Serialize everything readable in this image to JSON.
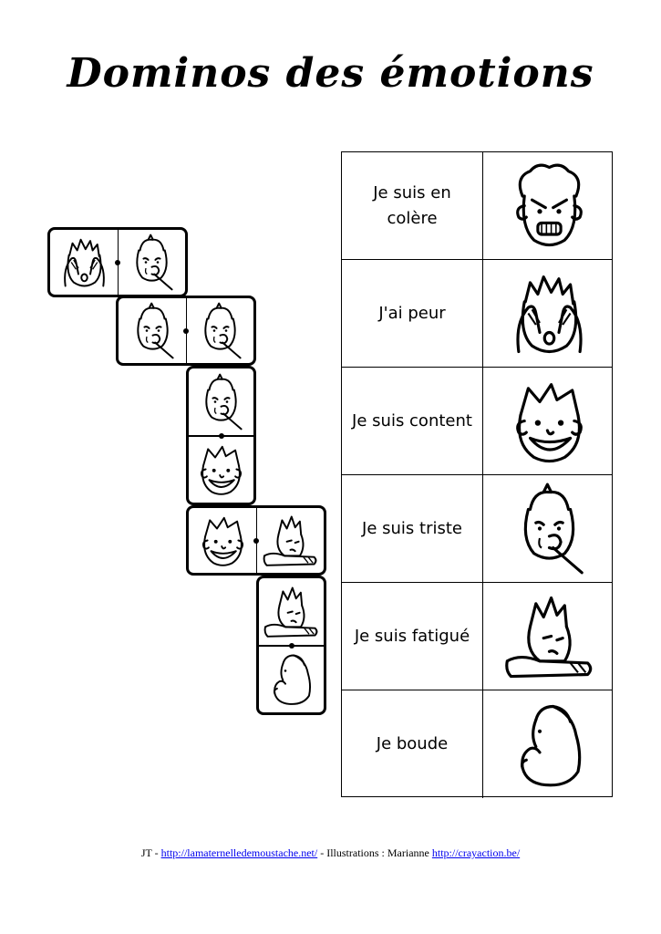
{
  "title": "Dominos des émotions",
  "emotions": [
    {
      "label": "Je suis en colère",
      "icon": "angry-face-icon"
    },
    {
      "label": "J'ai peur",
      "icon": "scared-face-icon"
    },
    {
      "label": "Je suis content",
      "icon": "happy-face-icon"
    },
    {
      "label": "Je suis triste",
      "icon": "sad-face-icon"
    },
    {
      "label": "Je suis fatigué",
      "icon": "tired-face-icon"
    },
    {
      "label": "Je boude",
      "icon": "sulking-face-icon"
    }
  ],
  "dominoes": [
    {
      "halves": [
        "scared-face-icon",
        "sad-face-icon"
      ]
    },
    {
      "halves": [
        "sad-face-icon",
        "sad-face-icon"
      ]
    },
    {
      "halves": [
        "sad-face-icon",
        "happy-face-icon"
      ]
    },
    {
      "halves": [
        "happy-face-icon",
        "tired-face-icon"
      ]
    },
    {
      "halves": [
        "tired-face-icon",
        "sulking-face-icon"
      ]
    }
  ],
  "footer": {
    "prefix": "JT  - ",
    "link1": "http://lamaternelledemoustache.net/",
    "middle": " - Illustrations : Marianne ",
    "link2": "http://crayaction.be/"
  }
}
